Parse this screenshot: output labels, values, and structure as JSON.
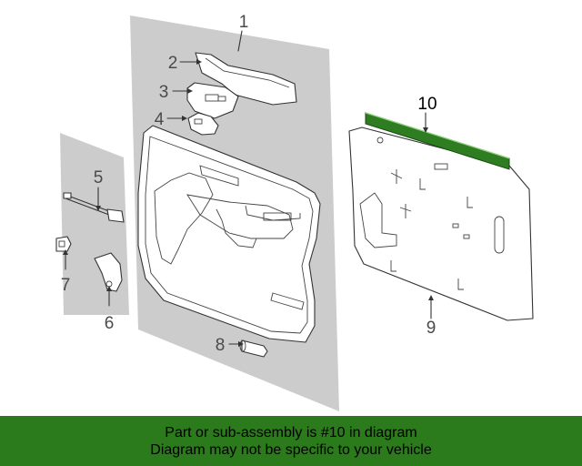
{
  "colors": {
    "panel_gray": "#cccccc",
    "highlight_green": "#2e7d20",
    "banner_green": "#2b7a1b",
    "callout_text": "#4a4a4a"
  },
  "callouts": {
    "c1": "1",
    "c2": "2",
    "c3": "3",
    "c4": "4",
    "c5": "5",
    "c6": "6",
    "c7": "7",
    "c8": "8",
    "c9": "9",
    "c10": "10"
  },
  "banner": {
    "line1": "Part or sub-assembly is #10 in diagram",
    "line2": "Diagram may not be specific to your vehicle"
  }
}
